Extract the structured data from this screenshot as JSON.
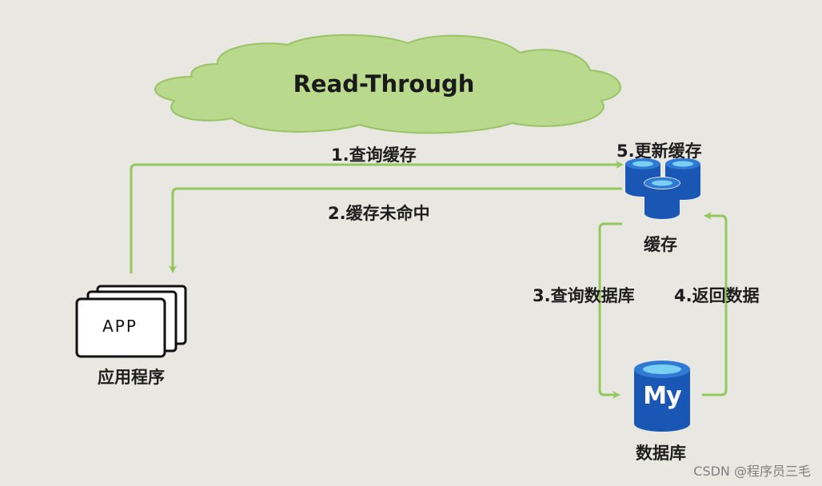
{
  "diagram": {
    "title": "Read-Through",
    "nodes": {
      "app": {
        "icon_text": "APP",
        "label": "应用程序"
      },
      "cache": {
        "label": "缓存"
      },
      "database": {
        "icon_text": "My",
        "label": "数据库"
      }
    },
    "edges": {
      "query_cache": "1.查询缓存",
      "cache_miss": "2.缓存未命中",
      "query_db": "3.查询数据库",
      "return_data": "4.返回数据",
      "update_cache": "5.更新缓存"
    },
    "colors": {
      "arrow": "#92c95c",
      "cloud_fill": "#b9d98d",
      "cloud_stroke": "#98c466",
      "cylinder_dark": "#1a56b3",
      "cylinder_light": "#2f7ad4",
      "cylinder_top": "#7ad0f2",
      "background": "#e8e7e2"
    },
    "watermark": "CSDN @程序员三毛"
  }
}
